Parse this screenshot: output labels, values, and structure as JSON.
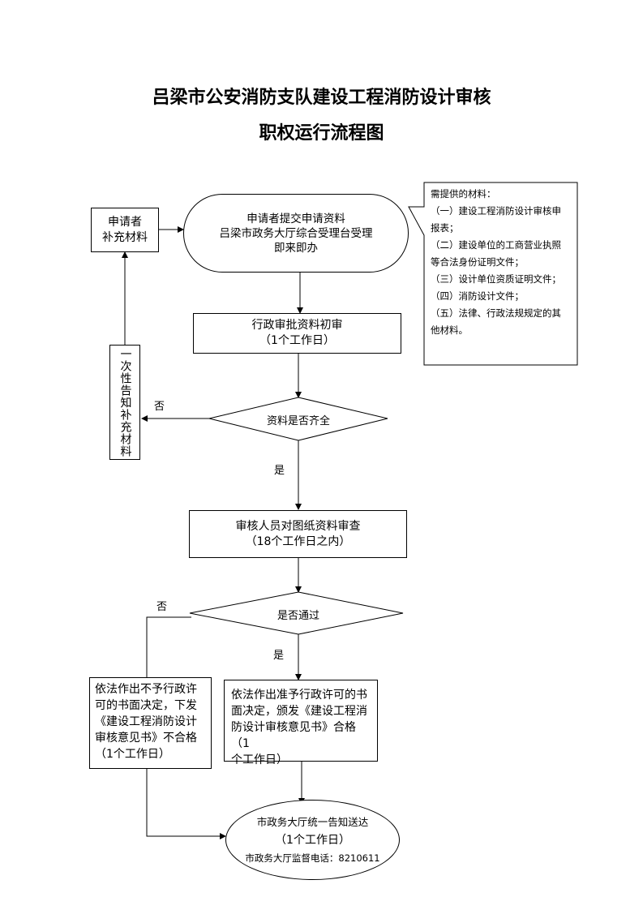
{
  "title": {
    "line1": "吕梁市公安消防支队建设工程消防设计审核",
    "line2": "职权运行流程图"
  },
  "nodes": {
    "start": {
      "l1": "申请者提交申请资料",
      "l2": "吕梁市政务大厅综合受理台受理",
      "l3": "即来即办"
    },
    "supplement": {
      "l1": "申请者",
      "l2": "补充材料"
    },
    "notify": {
      "text": "一次性告知补充材料"
    },
    "initial_review": {
      "l1": "行政审批资料初审",
      "l2": "（1个工作日）"
    },
    "complete_check": {
      "text": "资料是否齐全"
    },
    "drawing_review": {
      "l1": "审核人员对图纸资料审查",
      "l2": "（18个工作日之内）"
    },
    "pass_check": {
      "text": "是否通过"
    },
    "reject": {
      "l1": "依法作出不予行政许",
      "l2": "可的书面决定，下发",
      "l3": "《建设工程消防设计",
      "l4": "审核意见书》不合格",
      "l5": "（1个工作日）"
    },
    "approve": {
      "l1": "依法作出准予行政许可的书",
      "l2": "面决定，颁发《建设工程消",
      "l3": "防设计审核意见书》合格（1",
      "l4": "个工作日）"
    },
    "end": {
      "l1": "市政务大厅统一告知送达",
      "l2": "（1个工作日）",
      "l3": "市政务大厅监督电话：8210611"
    }
  },
  "labels": {
    "no1": "否",
    "yes1": "是",
    "no2": "否",
    "yes2": "是"
  },
  "materials": {
    "header": "需提供的材料：",
    "items": [
      "（一）建设工程消防设计审核申",
      "报表；",
      "（二）建设单位的工商营业执照",
      "等合法身份证明文件；",
      "（三）设计单位资质证明文件；",
      "（四）消防设计文件；",
      "（五）法律、行政法规规定的其",
      "他材料。"
    ]
  }
}
